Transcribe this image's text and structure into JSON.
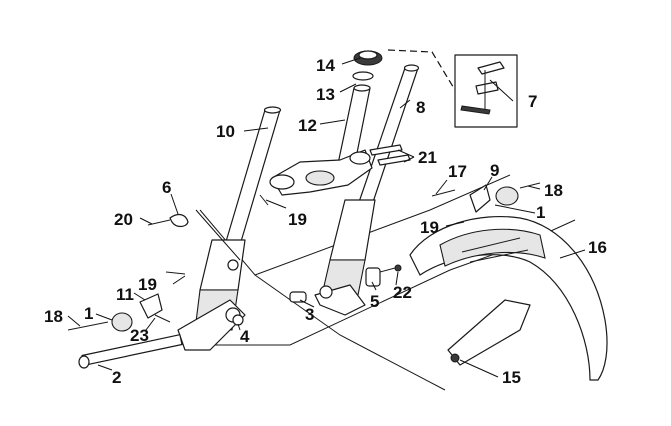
{
  "callouts": {
    "c14": "14",
    "c13": "13",
    "c12": "12",
    "c8": "8",
    "c7": "7",
    "c10": "10",
    "c21": "21",
    "c17": "17",
    "c9": "9",
    "c18a": "18",
    "c6": "6",
    "c20": "20",
    "c19a": "19",
    "c19b": "19",
    "c1a": "1",
    "c16": "16",
    "c19c": "19",
    "c11": "11",
    "c5": "5",
    "c22": "22",
    "c3": "3",
    "c18b": "18",
    "c1b": "1",
    "c23": "23",
    "c4": "4",
    "c2": "2",
    "c15": "15"
  },
  "colors": {
    "line": "#1a1a1a",
    "fill": "#ffffff",
    "shade": "#e6e6e6"
  }
}
